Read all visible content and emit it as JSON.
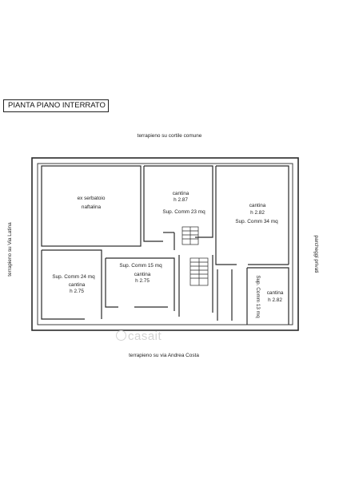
{
  "title": "PIANTA PIANO INTERRATO",
  "surroundings": {
    "top": "terrapieno su cortile comune",
    "bottom": "terrapieno su via Andrea Costa",
    "left": "terrapieno su Via Latina",
    "right": "parcheggi privati"
  },
  "rooms": {
    "serbatoio": {
      "line1": "ex serbatoio",
      "line2": "naftalina"
    },
    "cantina_23": {
      "name": "cantina",
      "height": "h 2.87",
      "surface": "Sup. Comm 23 mq"
    },
    "cantina_34": {
      "name": "cantina",
      "height": "h 2.82",
      "surface": "Sup. Comm 34 mq"
    },
    "cantina_24": {
      "name": "cantina",
      "height": "h 2.75",
      "surface": "Sup. Comm 24 mq"
    },
    "cantina_15": {
      "name": "cantina",
      "height": "h 2.75",
      "surface": "Sup. Comm 15 mq"
    },
    "cantina_13": {
      "name": "cantina",
      "height": "h 2.82",
      "surface": "Sup. Comm 13 mq"
    }
  },
  "watermark": "casait",
  "colors": {
    "walls": "#2a2a2a",
    "watermark": "#d4d4d4"
  }
}
